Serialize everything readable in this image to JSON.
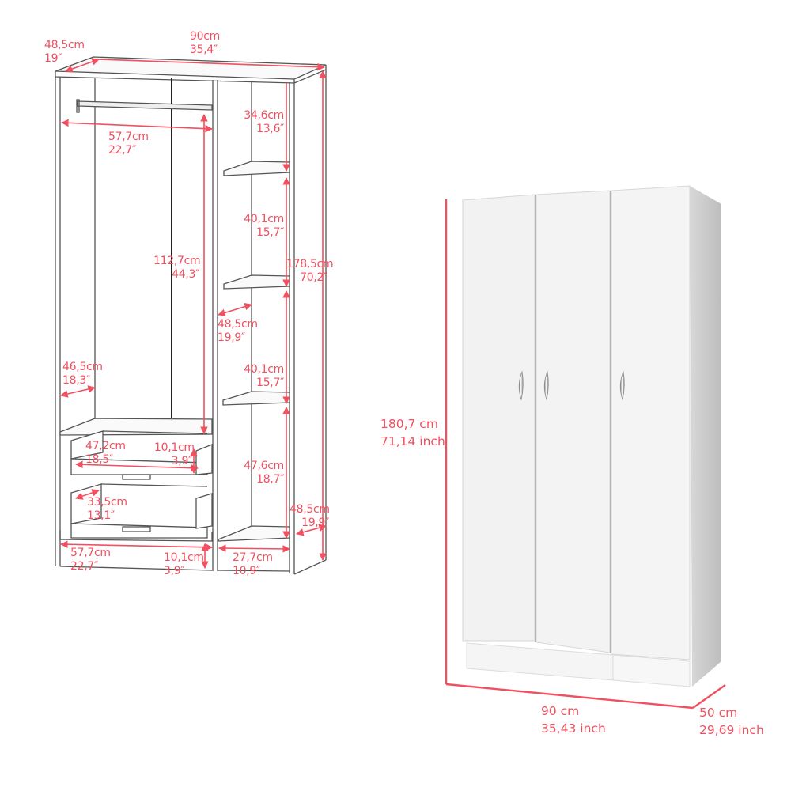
{
  "accent_color": "#f0505f",
  "schematic": {
    "overall_depth": {
      "cm": "48,5cm",
      "in": "19″"
    },
    "overall_width": {
      "cm": "90cm",
      "in": "35,4″"
    },
    "hanging_width": {
      "cm": "57,7cm",
      "in": "22,7″"
    },
    "hanging_height": {
      "cm": "112,7cm",
      "in": "44,3″"
    },
    "shelf_top_gap": {
      "cm": "34,6cm",
      "in": "13,6″"
    },
    "shelf_gap_1": {
      "cm": "40,1cm",
      "in": "15,7″"
    },
    "overall_height": {
      "cm": "178,5cm",
      "in": "70,2″"
    },
    "shelf_depth": {
      "cm": "48,5cm",
      "in": "19,9″"
    },
    "interior_depth": {
      "cm": "46,5cm",
      "in": "18,3″"
    },
    "shelf_gap_2": {
      "cm": "40,1cm",
      "in": "15,7″"
    },
    "drawer_width": {
      "cm": "47,2cm",
      "in": "18,5″"
    },
    "drawer_height_top": {
      "cm": "10,1cm",
      "in": "3,9″"
    },
    "bottom_shelf_gap": {
      "cm": "47,6cm",
      "in": "18,7″"
    },
    "drawer_depth": {
      "cm": "33,5cm",
      "in": "13,1″"
    },
    "side_depth": {
      "cm": "48,5cm",
      "in": "19,9″"
    },
    "base_width_left": {
      "cm": "57,7cm",
      "in": "22,7″"
    },
    "drawer_height_bottom": {
      "cm": "10,1cm",
      "in": "3,9″"
    },
    "base_width_right": {
      "cm": "27,7cm",
      "in": "10,9″"
    }
  },
  "product_view": {
    "height": {
      "cm": "180,7 cm",
      "in": "71,14 inch"
    },
    "width": {
      "cm": "90 cm",
      "in": "35,43 inch"
    },
    "depth": {
      "cm": "50 cm",
      "in": "29,69 inch"
    },
    "doors": 3,
    "door_color": "#f2f2f2",
    "side_color": "#c9c9c9"
  }
}
